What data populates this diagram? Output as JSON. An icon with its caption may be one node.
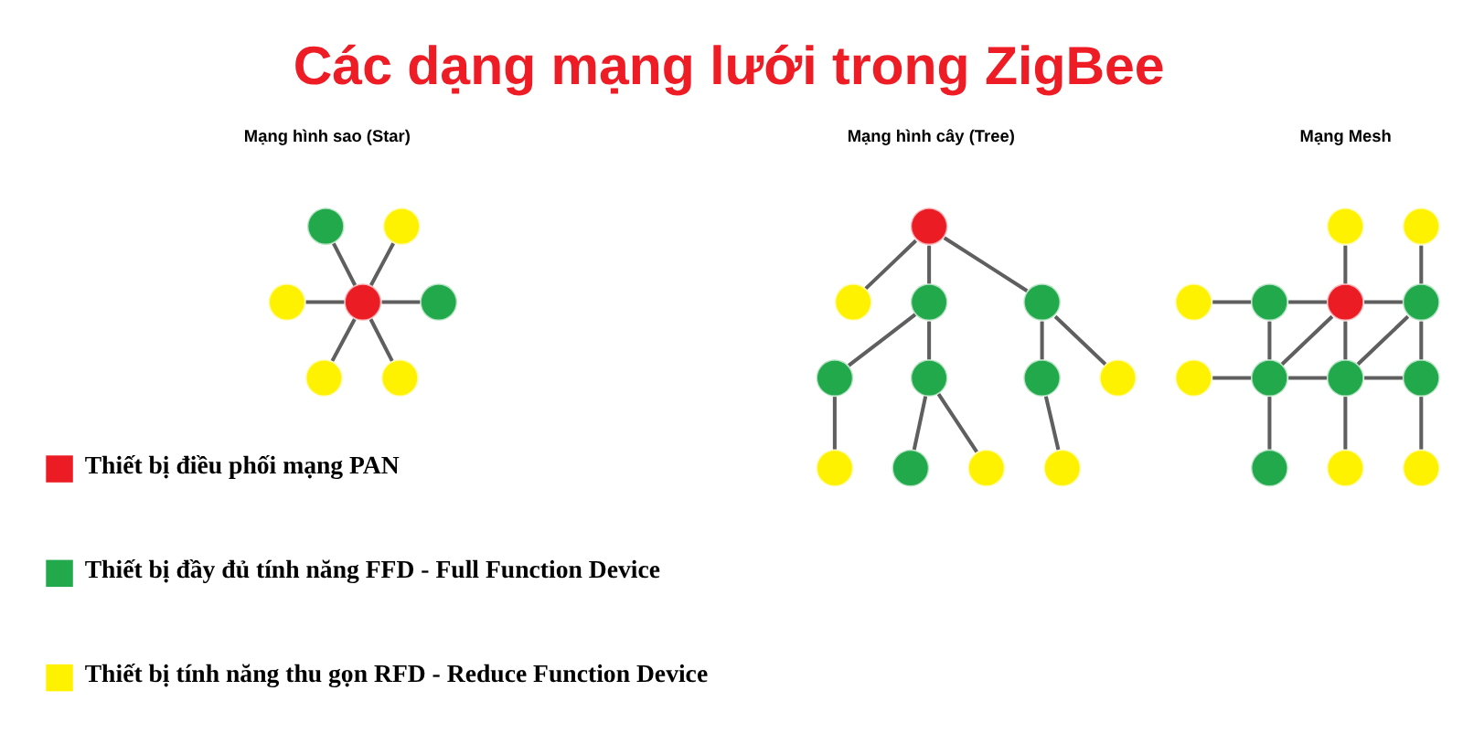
{
  "diagram": {
    "title": "Các dạng mạng lưới trong ZigBee",
    "nodes": [
      {
        "text": [],
        "shape": "circle"
      },
      {
        "text": [],
        "shape": "circle"
      },
      {
        "text": [],
        "shape": "circle"
      },
      {
        "text": [],
        "shape": "circle"
      },
      {
        "text": [],
        "shape": "circle"
      },
      {
        "text": [],
        "shape": "circle"
      },
      {
        "text": [],
        "shape": "circle"
      },
      {
        "text": [],
        "shape": "circle"
      },
      {
        "text": [],
        "shape": "circle"
      },
      {
        "text": [],
        "shape": "circle"
      },
      {
        "text": [],
        "shape": "circle"
      },
      {
        "text": [],
        "shape": "circle"
      },
      {
        "text": [],
        "shape": "circle"
      },
      {
        "text": [],
        "shape": "circle"
      },
      {
        "text": [],
        "shape": "circle"
      },
      {
        "text": [],
        "shape": "circle"
      },
      {
        "text": [],
        "shape": "circle"
      },
      {
        "text": [],
        "shape": "circle"
      },
      {
        "text": [],
        "shape": "circle"
      },
      {
        "text": [],
        "shape": "circle"
      },
      {
        "text": [],
        "shape": "circle"
      },
      {
        "text": [],
        "shape": "circle"
      },
      {
        "text": [],
        "shape": "circle"
      },
      {
        "text": [],
        "shape": "circle"
      },
      {
        "text": [],
        "shape": "circle"
      },
      {
        "text": [],
        "shape": "circle"
      },
      {
        "text": [],
        "shape": "circle"
      },
      {
        "text": [],
        "shape": "circle"
      },
      {
        "text": [],
        "shape": "circle"
      },
      {
        "text": [],
        "shape": "circle"
      },
      {
        "text": [],
        "shape": "circle"
      },
      {
        "text": [],
        "shape": "circle"
      }
    ],
    "edges": [
      {
        "from": 0,
        "to": 3,
        "arrow": "none"
      },
      {
        "from": 1,
        "to": 3,
        "arrow": "none"
      },
      {
        "from": 2,
        "to": 3,
        "arrow": "none"
      },
      {
        "from": 3,
        "to": 4,
        "arrow": "none"
      },
      {
        "from": 3,
        "to": 5,
        "arrow": "none"
      },
      {
        "from": 3,
        "to": 6,
        "arrow": "none"
      },
      {
        "from": 7,
        "to": 8,
        "arrow": "none"
      },
      {
        "from": 7,
        "to": 9,
        "arrow": "none"
      },
      {
        "from": 7,
        "to": 10,
        "arrow": "none"
      },
      {
        "from": 9,
        "to": 11,
        "arrow": "none"
      },
      {
        "from": 9,
        "to": 12,
        "arrow": "none"
      },
      {
        "from": 10,
        "to": 13,
        "arrow": "none"
      },
      {
        "from": 10,
        "to": 14,
        "arrow": "none"
      },
      {
        "from": 11,
        "to": 15,
        "arrow": "none"
      },
      {
        "from": 12,
        "to": 16,
        "arrow": "none"
      },
      {
        "from": 12,
        "to": 17,
        "arrow": "none"
      },
      {
        "from": 13,
        "to": 18,
        "arrow": "none"
      },
      {
        "from": 19,
        "to": 23,
        "arrow": "none"
      },
      {
        "from": 20,
        "to": 24,
        "arrow": "none"
      },
      {
        "from": 21,
        "to": 22,
        "arrow": "none"
      },
      {
        "from": 22,
        "to": 23,
        "arrow": "none"
      },
      {
        "from": 23,
        "to": 24,
        "arrow": "none"
      },
      {
        "from": 22,
        "to": 26,
        "arrow": "none"
      },
      {
        "from": 23,
        "to": 26,
        "arrow": "none"
      },
      {
        "from": 23,
        "to": 27,
        "arrow": "none"
      },
      {
        "from": 24,
        "to": 27,
        "arrow": "none"
      },
      {
        "from": 24,
        "to": 28,
        "arrow": "none"
      },
      {
        "from": 25,
        "to": 26,
        "arrow": "none"
      },
      {
        "from": 26,
        "to": 27,
        "arrow": "none"
      },
      {
        "from": 27,
        "to": 28,
        "arrow": "none"
      },
      {
        "from": 26,
        "to": 29,
        "arrow": "none"
      },
      {
        "from": 27,
        "to": 30,
        "arrow": "none"
      },
      {
        "from": 28,
        "to": 31,
        "arrow": "none"
      }
    ],
    "labels": [
      "Mạng hình sao (Star)",
      "Mạng hình cây (Tree)",
      "Mạng Mesh"
    ],
    "legend": [
      {
        "text": "Thiết bị điều phối mạng PAN",
        "color": "#ec1c24"
      },
      {
        "text": "Thiết bị đầy đủ tính năng FFD - Full Function Device",
        "color": "#22a94b"
      },
      {
        "text": "Thiết bị tính năng thu gọn RFD - Reduce Function Device",
        "color": "#fff200"
      }
    ]
  }
}
